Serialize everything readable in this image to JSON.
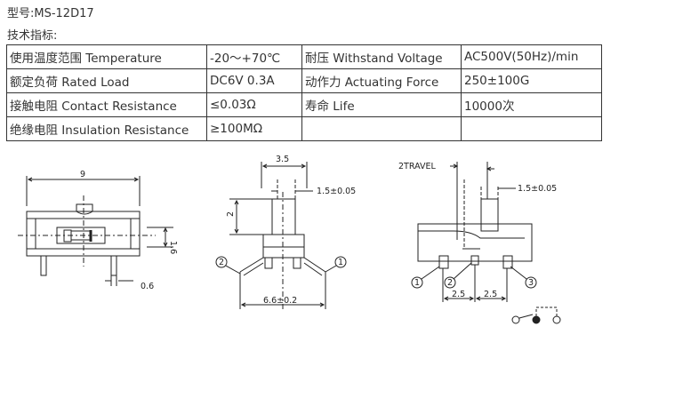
{
  "model_line": "型号:MS-12D17",
  "spec_title": "技术指标:",
  "spec_rows": [
    [
      "使用温度范围 Temperature",
      "-20～+70℃",
      "耐压 Withstand Voltage",
      "AC500V(50Hz)/min"
    ],
    [
      "额定负荷 Rated Load",
      "DC6V 0.3A",
      "动作力 Actuating Force",
      "250±100G"
    ],
    [
      "接触电阻 Contact Resistance",
      "≤0.03Ω",
      "寿命 Life",
      "10000次"
    ],
    [
      "绝缘电阻 Insulation Resistance",
      "≥100MΩ",
      "",
      ""
    ]
  ],
  "drawing_labels": {
    "side_width": "9",
    "side_height": "1.6",
    "side_pin": "0.6",
    "front_width": "3.5",
    "front_tol": "1.5±0.05",
    "front_height": "2",
    "front_base": "6.6±0.2",
    "pin_1": "1",
    "pin_2": "2",
    "pin_3": "3",
    "travel": "2TRAVEL",
    "right_tol": "1.5±0.05",
    "pitch_a": "2.5",
    "pitch_b": "2.5"
  }
}
